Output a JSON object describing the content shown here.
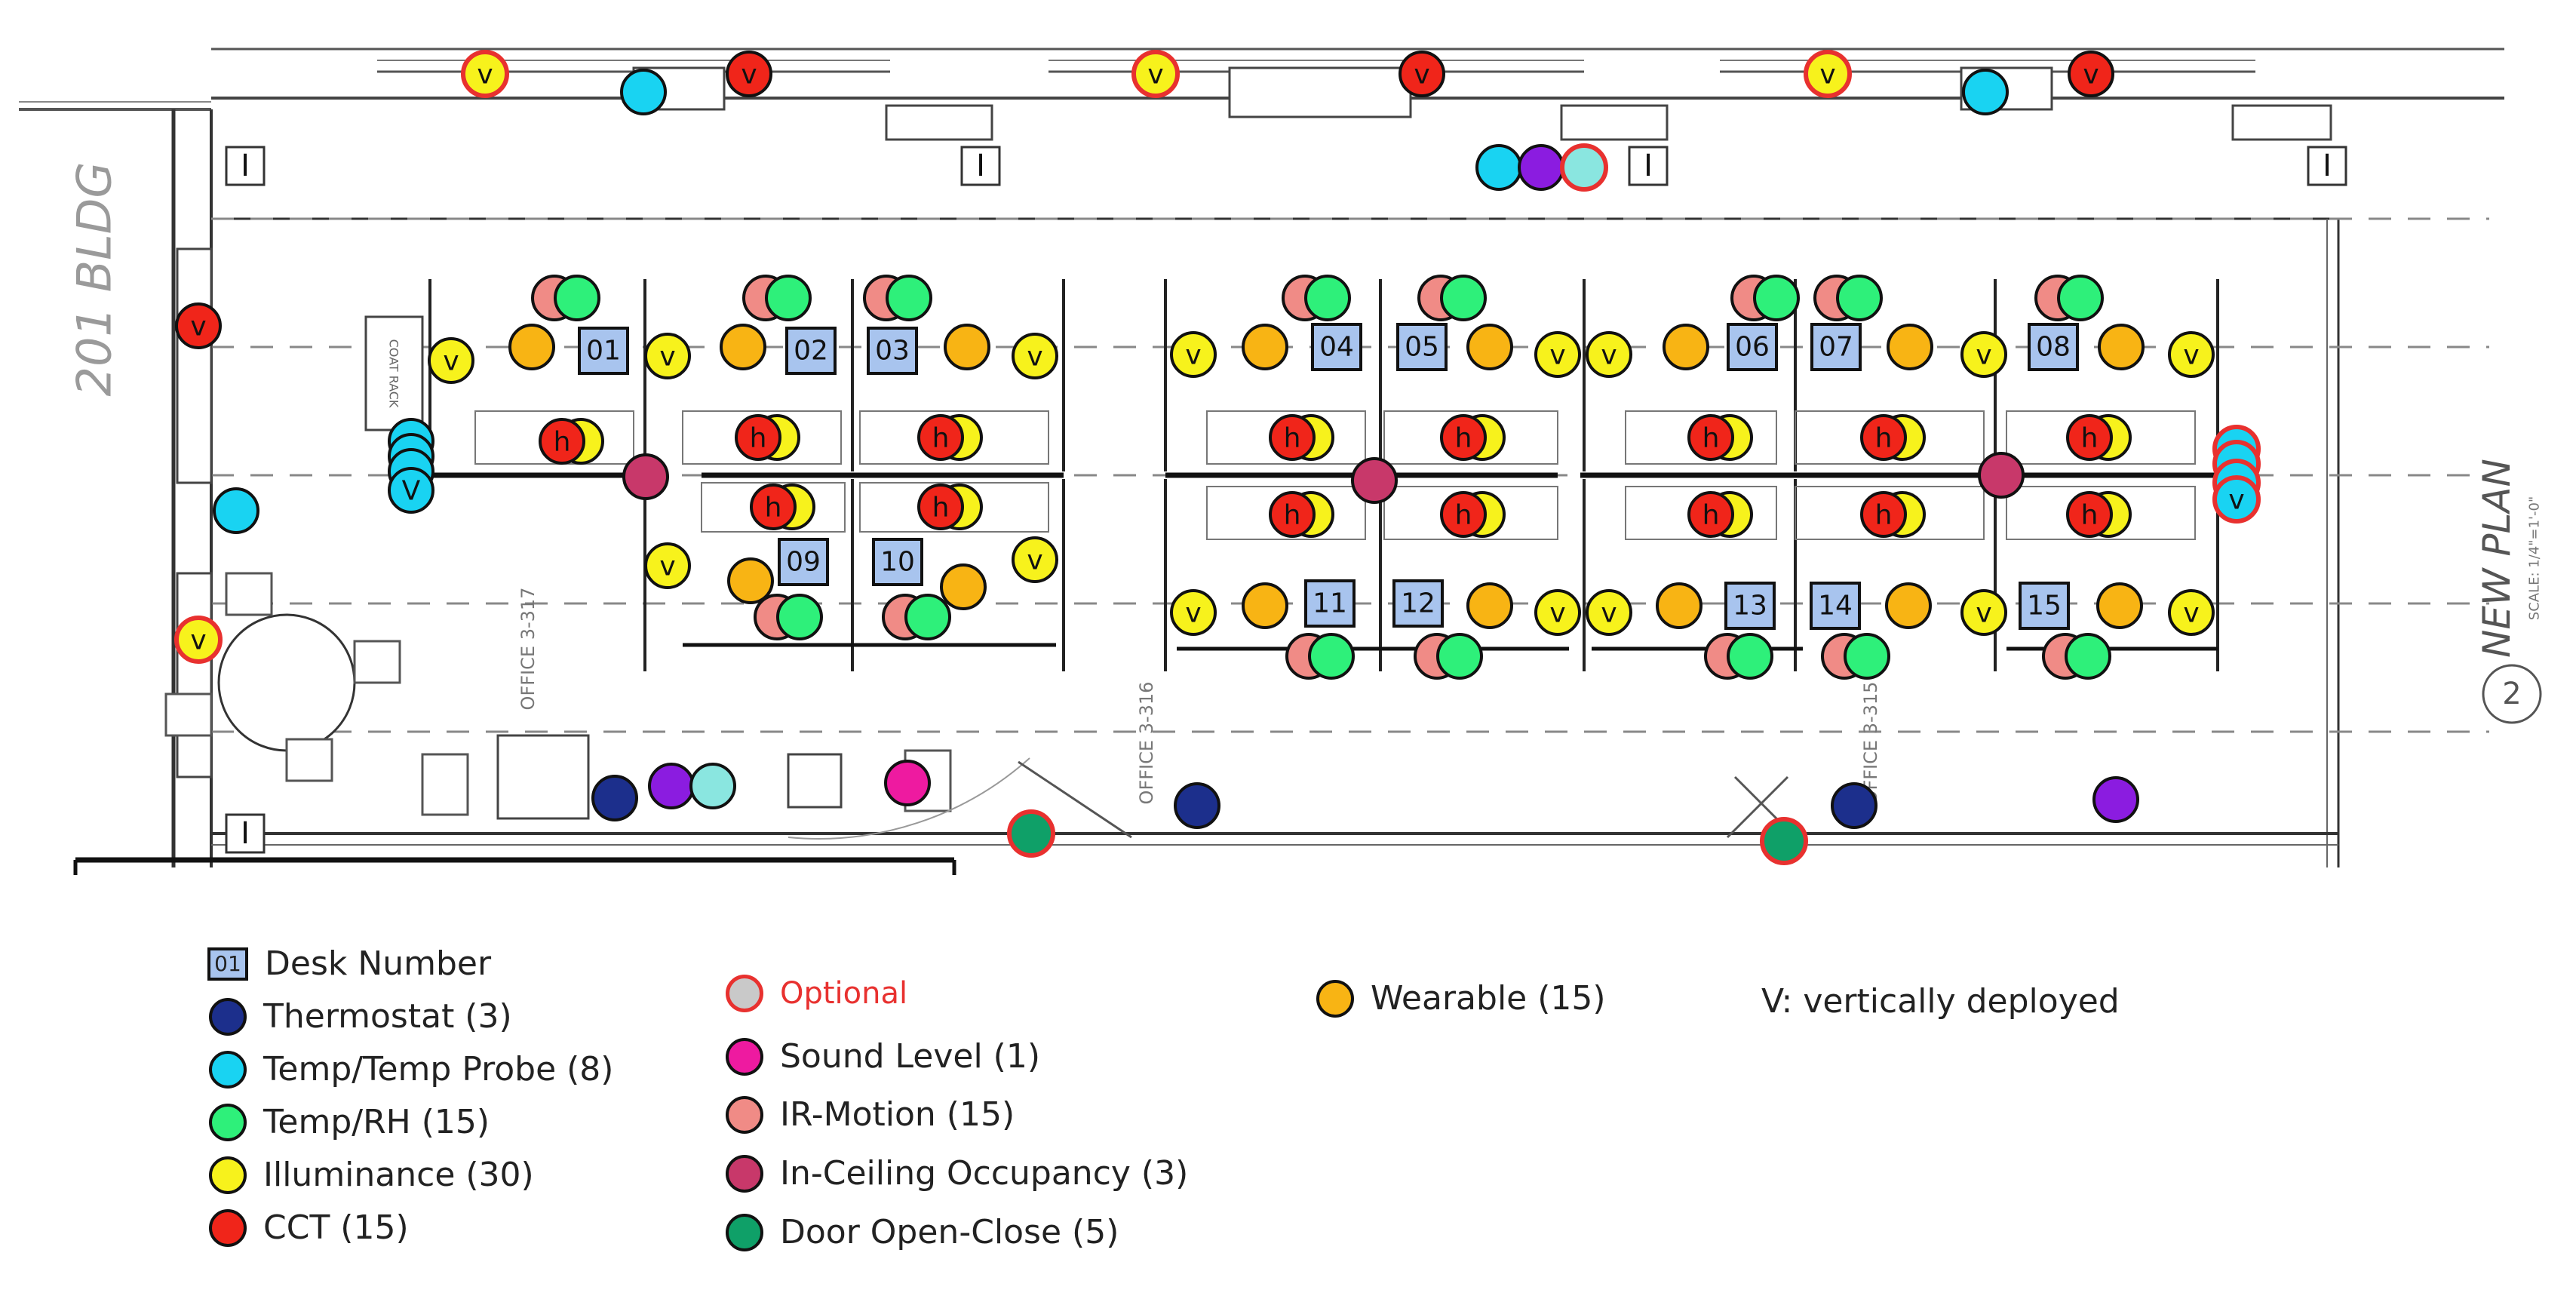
{
  "plan": {
    "building_label": "201 BLDG",
    "plan_label": "NEW PLAN",
    "scale_label": "SCALE: 1/4\"=1'-0\"",
    "plan_number": "2",
    "coat_rack_label": "COAT RACK",
    "offices": [
      "OFFICE 3-317",
      "OFFICE 3-316",
      "OFFICE 3-315"
    ],
    "desks": [
      "01",
      "02",
      "03",
      "04",
      "05",
      "06",
      "07",
      "08",
      "09",
      "10",
      "11",
      "12",
      "13",
      "14",
      "15"
    ],
    "column_symbol": "I",
    "illuminance_marker": "v",
    "cct_marker": "v",
    "ir_marker": "h",
    "vertical_marker": "V"
  },
  "colors": {
    "desk": "#a8c4ee",
    "thermostat": "#1c2f8c",
    "temp_probe": "#19d3f2",
    "temp_rh": "#2ef07a",
    "illuminance": "#f7f21c",
    "cct": "#f0251a",
    "optional_ring": "#e8312f",
    "sound": "#ee1aa0",
    "ir_motion": "#f08b86",
    "in_ceiling": "#c8386a",
    "door": "#0fa068",
    "wearable": "#f8b414",
    "purple": "#8b1ce0",
    "teal_light": "#8ae6e0"
  },
  "legend": {
    "items": [
      {
        "key": "desk",
        "label": "Desk Number",
        "sample": "01"
      },
      {
        "key": "thermostat",
        "label": "Thermostat (3)"
      },
      {
        "key": "temp_probe",
        "label": "Temp/Temp Probe (8)"
      },
      {
        "key": "temp_rh",
        "label": "Temp/RH (15)"
      },
      {
        "key": "illuminance",
        "label": "Illuminance (30)"
      },
      {
        "key": "cct",
        "label": "CCT (15)"
      },
      {
        "key": "optional",
        "label": "Optional"
      },
      {
        "key": "sound",
        "label": "Sound Level (1)"
      },
      {
        "key": "ir_motion",
        "label": "IR-Motion (15)"
      },
      {
        "key": "in_ceiling",
        "label": "In-Ceiling Occupancy (3)"
      },
      {
        "key": "door",
        "label": "Door Open-Close (5)"
      },
      {
        "key": "wearable",
        "label": "Wearable (15)"
      }
    ],
    "note": "V: vertically deployed"
  }
}
